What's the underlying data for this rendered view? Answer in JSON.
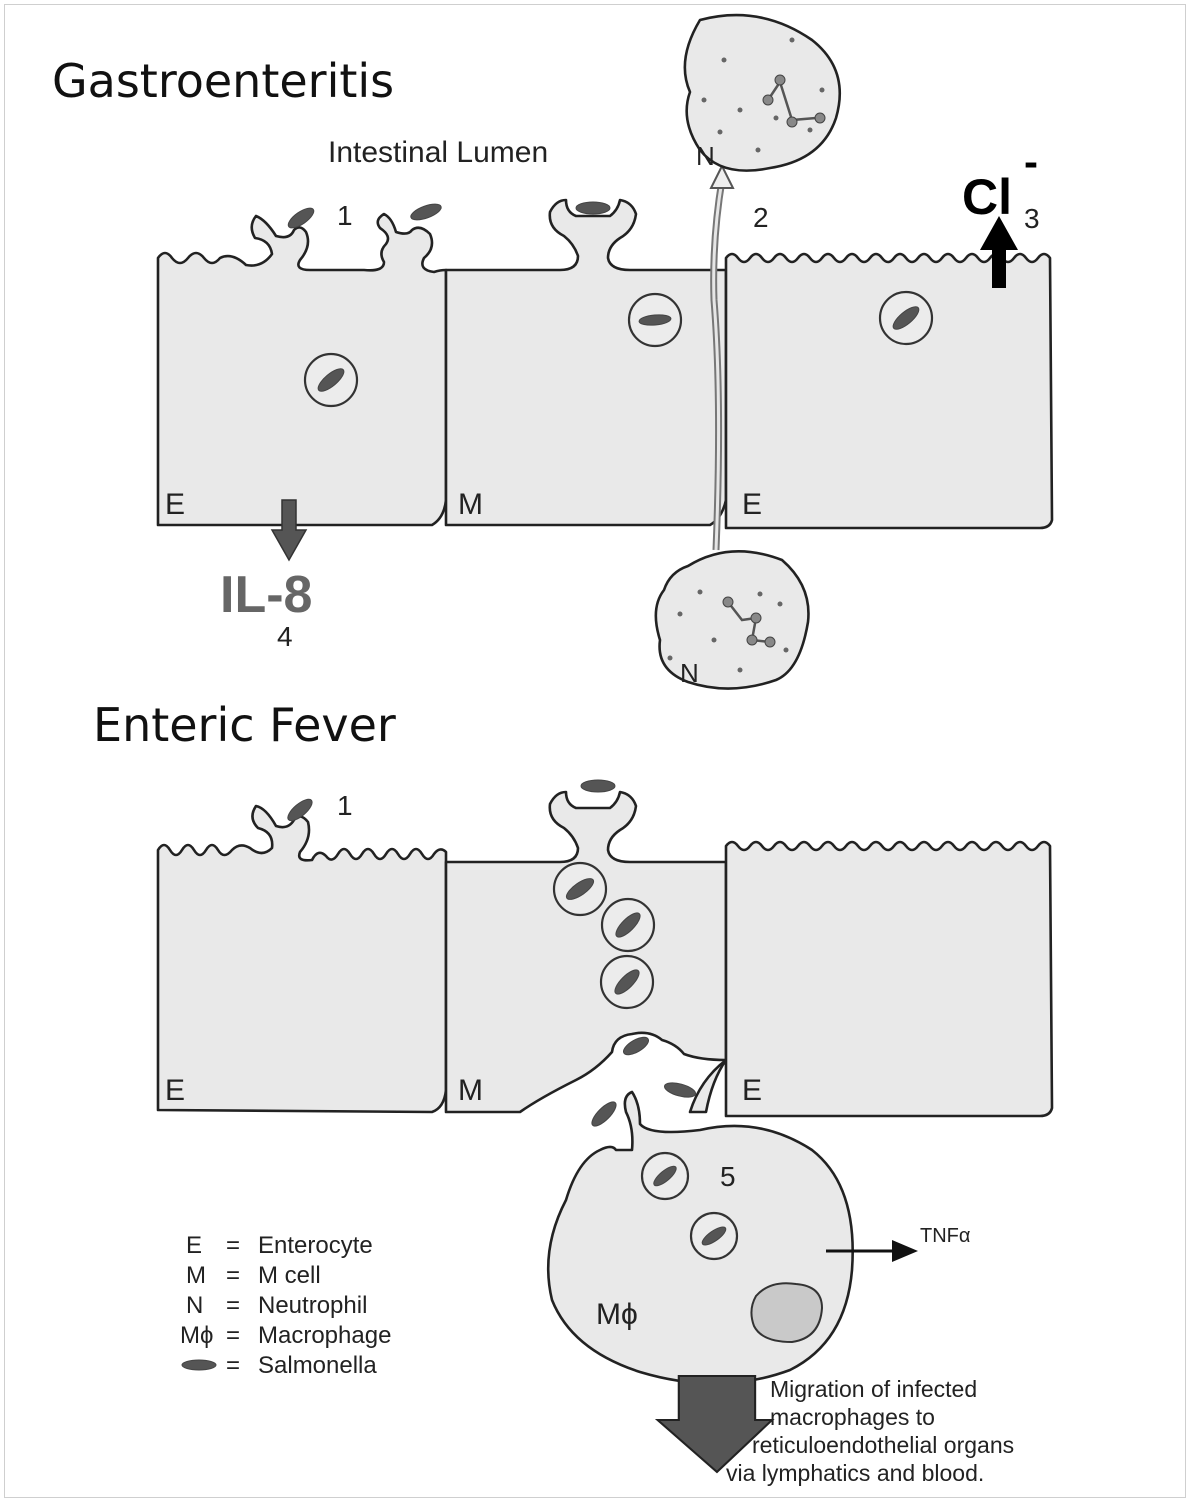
{
  "sections": {
    "gastro_title": "Gastroenteritis",
    "enteric_title": "Enteric Fever"
  },
  "top": {
    "lumen_label": "Intestinal Lumen",
    "step1": "1",
    "step2": "2",
    "step3": "3",
    "step4": "4",
    "chloride": "Cl",
    "chloride_charge": "-",
    "il8": "IL-8",
    "cell_left": "E",
    "cell_mid": "M",
    "cell_right": "E",
    "neutrophil": "N"
  },
  "bottom": {
    "step1": "1",
    "step5": "5",
    "cell_left": "E",
    "cell_mid": "M",
    "cell_right": "E",
    "macrophage": "Mϕ",
    "tnf": "TNFα",
    "migration_lines": [
      "Migration of infected",
      "macrophages to",
      "reticuloendothelial organs",
      "via lymphatics and blood."
    ]
  },
  "legend": [
    {
      "key": "E",
      "sep": "=",
      "text": "Enterocyte"
    },
    {
      "key": "M",
      "sep": "=",
      "text": "M cell"
    },
    {
      "key": "N",
      "sep": "=",
      "text": "Neutrophil"
    },
    {
      "key": "Mϕ",
      "sep": "=",
      "text": "Macrophage"
    },
    {
      "key": "",
      "sep": "=",
      "text": "Salmonella"
    }
  ],
  "colors": {
    "cell_fill": "#e9e9e9",
    "arrow_gray": "#555555",
    "text": "#222222"
  }
}
